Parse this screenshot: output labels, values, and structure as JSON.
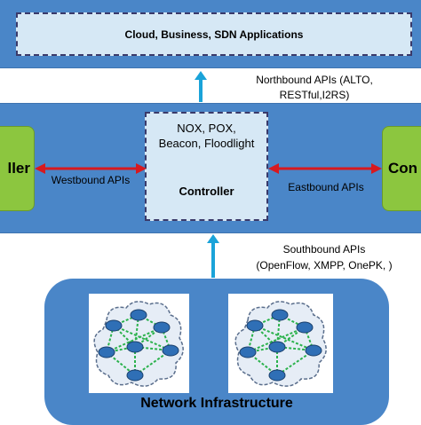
{
  "applications": {
    "label": "Cloud, Business, SDN Applications"
  },
  "northbound": {
    "line1": "Northbound APIs (ALTO,",
    "line2": "RESTful,I2RS)"
  },
  "controller": {
    "names_line1": "NOX, POX,",
    "names_line2": "Beacon, Floodlight",
    "label": "Controller"
  },
  "left_controller": {
    "label": "ller"
  },
  "right_controller": {
    "label": "Con"
  },
  "westbound": {
    "label": "Westbound APIs"
  },
  "eastbound": {
    "label": "Eastbound APIs"
  },
  "southbound": {
    "line1": "Southbound APIs",
    "line2": "(OpenFlow, XMPP, OnePK, )"
  },
  "infrastructure": {
    "label": "Network Infrastructure"
  },
  "colors": {
    "band_blue": "#4a86c8",
    "box_fill": "#d6e8f5",
    "green_controller": "#8cc63f",
    "arrow_cyan": "#1aa3d9",
    "arrow_red": "#d7191f"
  }
}
